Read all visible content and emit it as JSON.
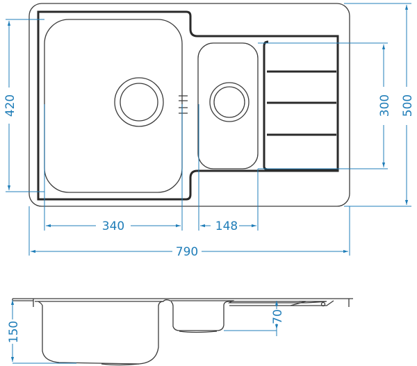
{
  "drawing": {
    "top_view": {
      "dimensions": {
        "bowl_depth_large": "420",
        "overall_depth": "500",
        "bowl_depth_small": "300",
        "large_bowl_width": "340",
        "small_bowl_width": "148",
        "overall_width": "790"
      }
    },
    "side_view": {
      "dimensions": {
        "large_bowl_height": "150",
        "small_bowl_height": "70"
      }
    },
    "colors": {
      "outline": "#3a3a3a",
      "dimension": "#1f7db8"
    }
  }
}
